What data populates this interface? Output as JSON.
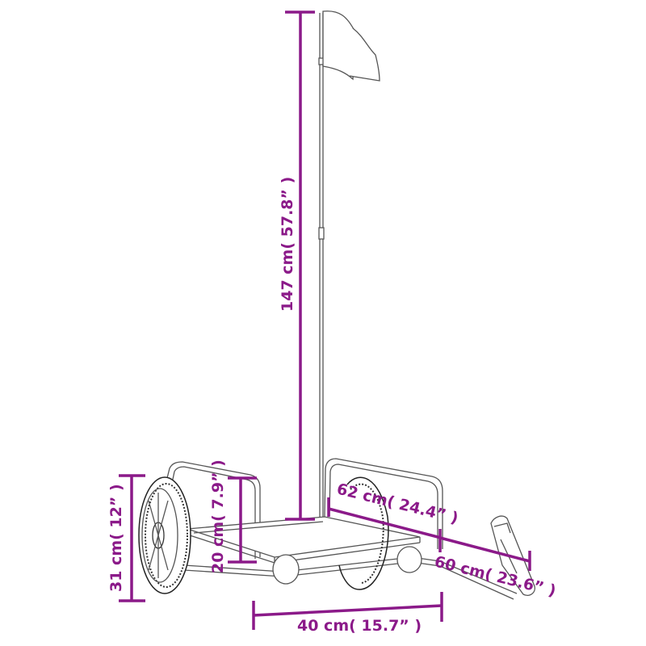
{
  "diagram": {
    "subject": "Bike cargo trailer with safety flag",
    "accent_color": "#8b1a89",
    "line_color": "#555555",
    "dimensions": {
      "flag_height": "147 cm( 57.8” )",
      "wheel_height": "31 cm( 12” )",
      "side_height": "20 cm( 7.9” )",
      "bed_length": "62 cm( 24.4” )",
      "hitch_length": "60 cm( 23.6” )",
      "bed_width": "40 cm( 15.7” )"
    }
  }
}
